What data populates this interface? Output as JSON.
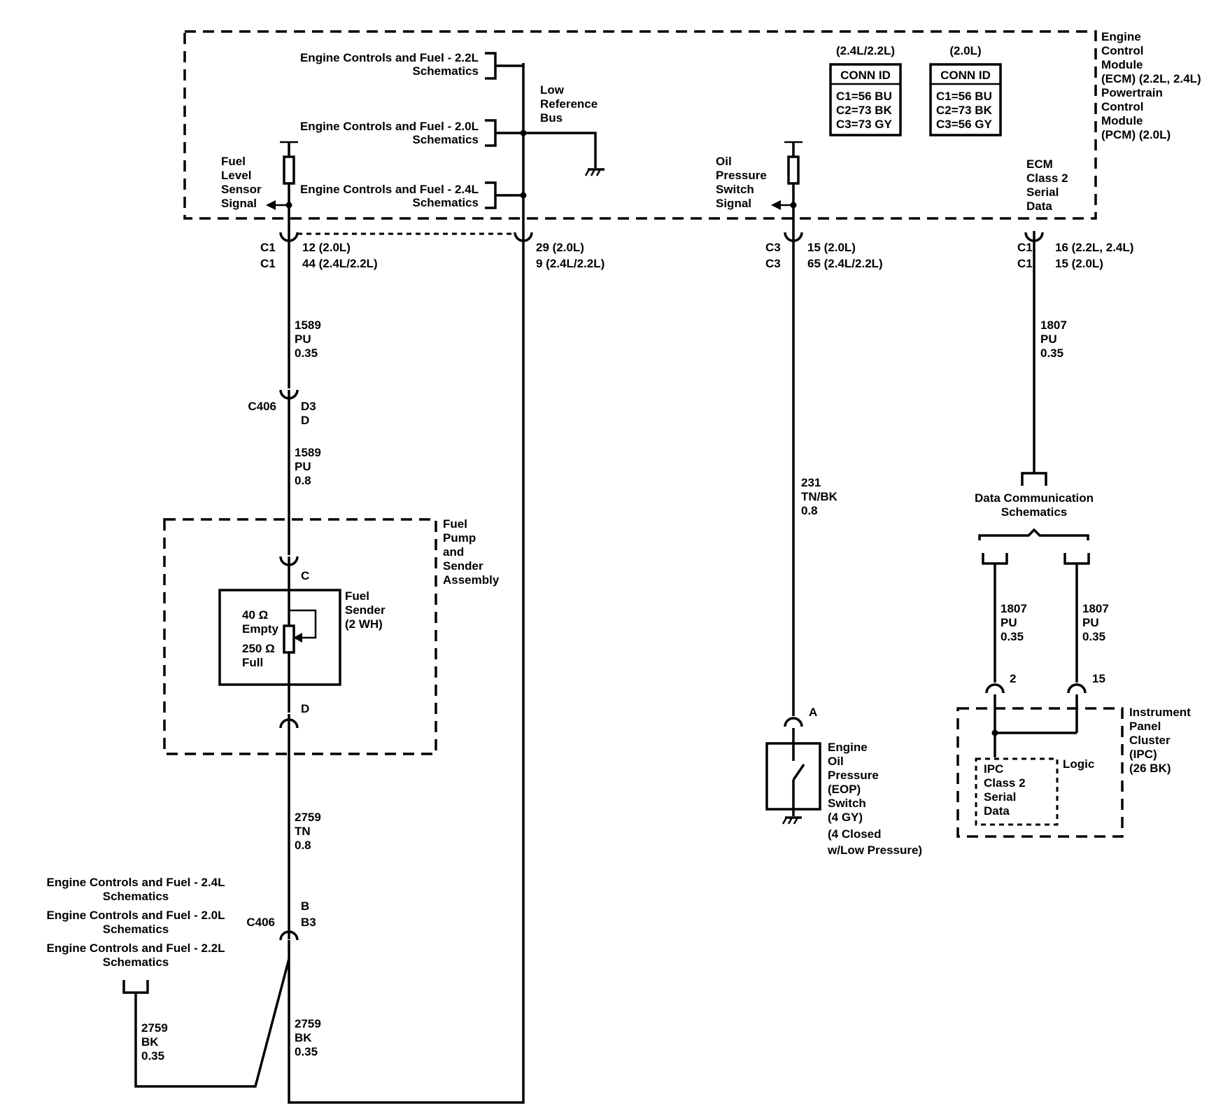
{
  "ecm": {
    "name": [
      "Engine",
      "Control",
      "Module",
      "(ECM) (2.2L, 2.4L)",
      "Powertrain",
      "Control",
      "Module",
      "(PCM) (2.0L)"
    ],
    "conn_id_24_22": {
      "variant": "(2.4L/2.2L)",
      "title": "CONN ID",
      "rows": [
        "C1=56 BU",
        "C2=73 BK",
        "C3=73 GY"
      ]
    },
    "conn_id_20": {
      "variant": "(2.0L)",
      "title": "CONN ID",
      "rows": [
        "C1=56 BU",
        "C2=73 BK",
        "C3=56 GY"
      ]
    },
    "fuel_level_signal": [
      "Fuel",
      "Level",
      "Sensor",
      "Signal"
    ],
    "oil_pressure_signal": [
      "Oil",
      "Pressure",
      "Switch",
      "Signal"
    ],
    "class2_data": [
      "ECM",
      "Class 2",
      "Serial",
      "Data"
    ],
    "low_ref_bus": [
      "Low",
      "Reference",
      "Bus"
    ],
    "refs": [
      {
        "line1": "Engine Controls and Fuel - 2.2L",
        "line2": "Schematics"
      },
      {
        "line1": "Engine Controls and Fuel - 2.0L",
        "line2": "Schematics"
      },
      {
        "line1": "Engine Controls and Fuel - 2.4L",
        "line2": "Schematics"
      }
    ]
  },
  "pins": {
    "fuel_c1": [
      "C1",
      "C1"
    ],
    "fuel_pins": [
      "12 (2.0L)",
      "44 (2.4L/2.2L)"
    ],
    "lowref_pins": [
      "29 (2.0L)",
      "9 (2.4L/2.2L)"
    ],
    "oil_c3": [
      "C3",
      "C3"
    ],
    "oil_pins": [
      "15 (2.0L)",
      "65 (2.4L/2.2L)"
    ],
    "data_c1": [
      "C1",
      "C1"
    ],
    "data_pins": [
      "16 (2.2L, 2.4L)",
      "15 (2.0L)"
    ]
  },
  "wires": {
    "fuel_upper": [
      "1589",
      "PU",
      "0.35"
    ],
    "fuel_mid": [
      "1589",
      "PU",
      "0.8"
    ],
    "fuel_lower": [
      "2759",
      "TN",
      "0.8"
    ],
    "ground_right": [
      "2759",
      "BK",
      "0.35"
    ],
    "ground_left": [
      "2759",
      "BK",
      "0.35"
    ],
    "oil": [
      "231",
      "TN/BK",
      "0.8"
    ],
    "data_upper": [
      "1807",
      "PU",
      "0.35"
    ],
    "data_left": [
      "1807",
      "PU",
      "0.35"
    ],
    "data_right": [
      "1807",
      "PU",
      "0.35"
    ]
  },
  "c406": {
    "top_label": "C406",
    "top_pins": [
      "D3",
      "D"
    ],
    "bottom_label": "C406",
    "bottom_pins": [
      "B",
      "B3"
    ]
  },
  "fuel_pump": {
    "name": [
      "Fuel",
      "Pump",
      "and",
      "Sender",
      "Assembly"
    ],
    "pin_top": "C",
    "pin_bottom": "D",
    "sender_name": [
      "Fuel",
      "Sender",
      "(2 WH)"
    ],
    "empty_ohms": "40 Ω",
    "empty_label": "Empty",
    "full_ohms": "250 Ω",
    "full_label": "Full"
  },
  "eop": {
    "pin": "A",
    "name": [
      "Engine",
      "Oil",
      "Pressure",
      "(EOP)",
      "Switch",
      "(4 GY)",
      "(4 Closed",
      "w/Low Pressure)"
    ]
  },
  "data_comm": {
    "line1": "Data Communication",
    "line2": "Schematics"
  },
  "ipc": {
    "name": [
      "Instrument",
      "Panel",
      "Cluster",
      "(IPC)",
      "(26 BK)"
    ],
    "pin_left": "2",
    "pin_right": "15",
    "logic": "Logic",
    "inner": [
      "IPC",
      "Class 2",
      "Serial",
      "Data"
    ]
  },
  "ground_refs": [
    {
      "line1": "Engine Controls and Fuel - 2.4L",
      "line2": "Schematics"
    },
    {
      "line1": "Engine Controls and Fuel - 2.0L",
      "line2": "Schematics"
    },
    {
      "line1": "Engine Controls and Fuel - 2.2L",
      "line2": "Schematics"
    }
  ]
}
